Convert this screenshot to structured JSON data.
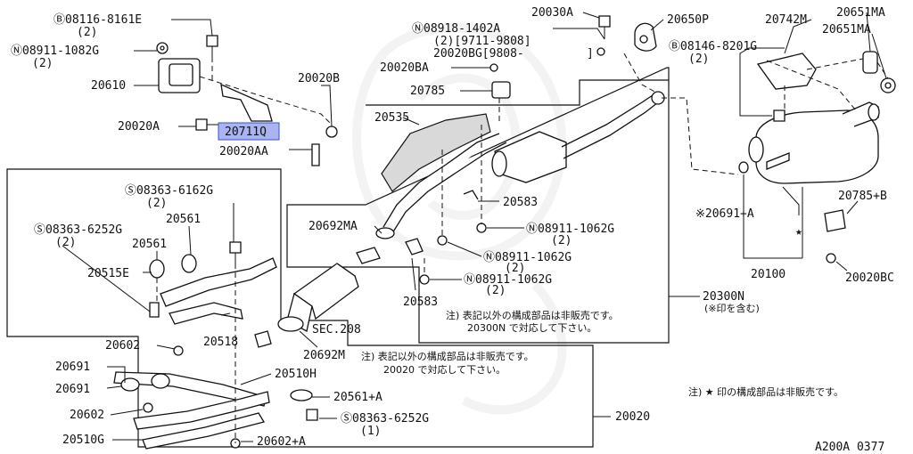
{
  "diagram_id": "A200A 0377",
  "boxes": [
    {
      "id": "20300N",
      "label": "20300N",
      "sub": "(※印を含む)",
      "note1": "注) 表記以外の構成部品は非販売です。",
      "note2": "20300N で対応して下さい。"
    },
    {
      "id": "20020",
      "label": "20020",
      "note1": "注) 表記以外の構成部品は非販売です。",
      "note2": "20020 で対応して下さい。"
    }
  ],
  "star_note": "注) ★ 印の構成部品は非販売です。",
  "star_mark": "★",
  "sec_ref": "SEC.208",
  "labels": {
    "b08116": "Ⓑ08116-8161E",
    "b08116_q": "(2)",
    "n08911_1082": "Ⓝ08911-1082G",
    "n08911_1082_q": "(2)",
    "p20610": "20610",
    "p20020A": "20020A",
    "p20711Q": "20711Q",
    "p20020B": "20020B",
    "p20020AA": "20020AA",
    "p20030A": "20030A",
    "p20650P": "20650P",
    "n08918": "Ⓝ08918-1402A",
    "n08918_q": "(2)[9711-9808]",
    "p20020BG": "20020BG[9808-",
    "p20020BG_end": "]",
    "p20020BA": "20020BA",
    "p20785": "20785",
    "p20742M": "20742M",
    "p20651MA_1": "20651MA",
    "p20651MA_2": "20651MA",
    "b08146": "Ⓑ08146-8201G",
    "b08146_q": "(2)",
    "p20535": "20535",
    "p20583_1": "20583",
    "p20583_2": "20583",
    "n08911_1062_1": "Ⓝ08911-1062G",
    "n08911_1062_1q": "(2)",
    "n08911_1062_2": "Ⓝ08911-1062G",
    "n08911_1062_2q": "(2)",
    "n08911_1062_3": "Ⓝ08911-1062G",
    "n08911_1062_3q": "(2)",
    "p20692MA": "20692MA",
    "p20691A": "※20691+A",
    "p20785B": "20785+B",
    "p20100": "20100",
    "p20020BC": "20020BC",
    "s08363_6162": "Ⓢ08363-6162G",
    "s08363_6162_q": "(2)",
    "s08363_6252_1": "Ⓢ08363-6252G",
    "s08363_6252_1q": "(2)",
    "p20561_1": "20561",
    "p20561_2": "20561",
    "p20515E": "20515E",
    "p20518": "20518",
    "p20602_1": "20602",
    "p20691_1": "20691",
    "p20691_2": "20691",
    "p20602_2": "20602",
    "p20510G": "20510G",
    "p20692M": "20692M",
    "p20510H": "20510H",
    "p20561A": "20561+A",
    "s08363_6252_2": "Ⓢ08363-6252G",
    "s08363_6252_2q": "(1)",
    "p20602A": "20602+A"
  }
}
